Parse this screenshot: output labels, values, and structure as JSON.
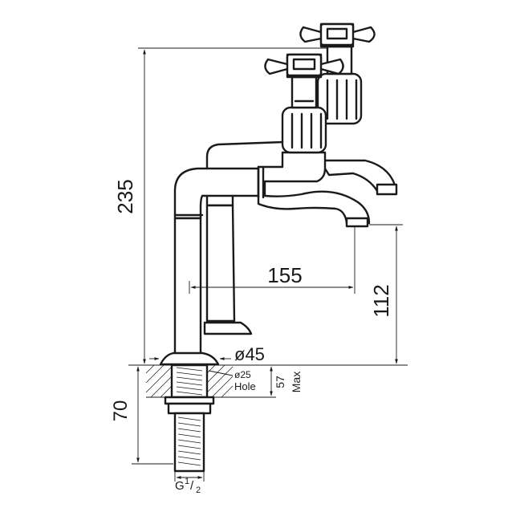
{
  "dimensions": {
    "overall_height": "235",
    "spout_reach": "155",
    "spout_height": "112",
    "base_diameter": "ø45",
    "hole_diameter": "ø25",
    "hole_label": "Hole",
    "deck_max": "57",
    "deck_max_label": "Max",
    "shank_length": "70",
    "thread_main": "G",
    "thread_num": "1",
    "thread_slash": "/",
    "thread_den": "2"
  }
}
